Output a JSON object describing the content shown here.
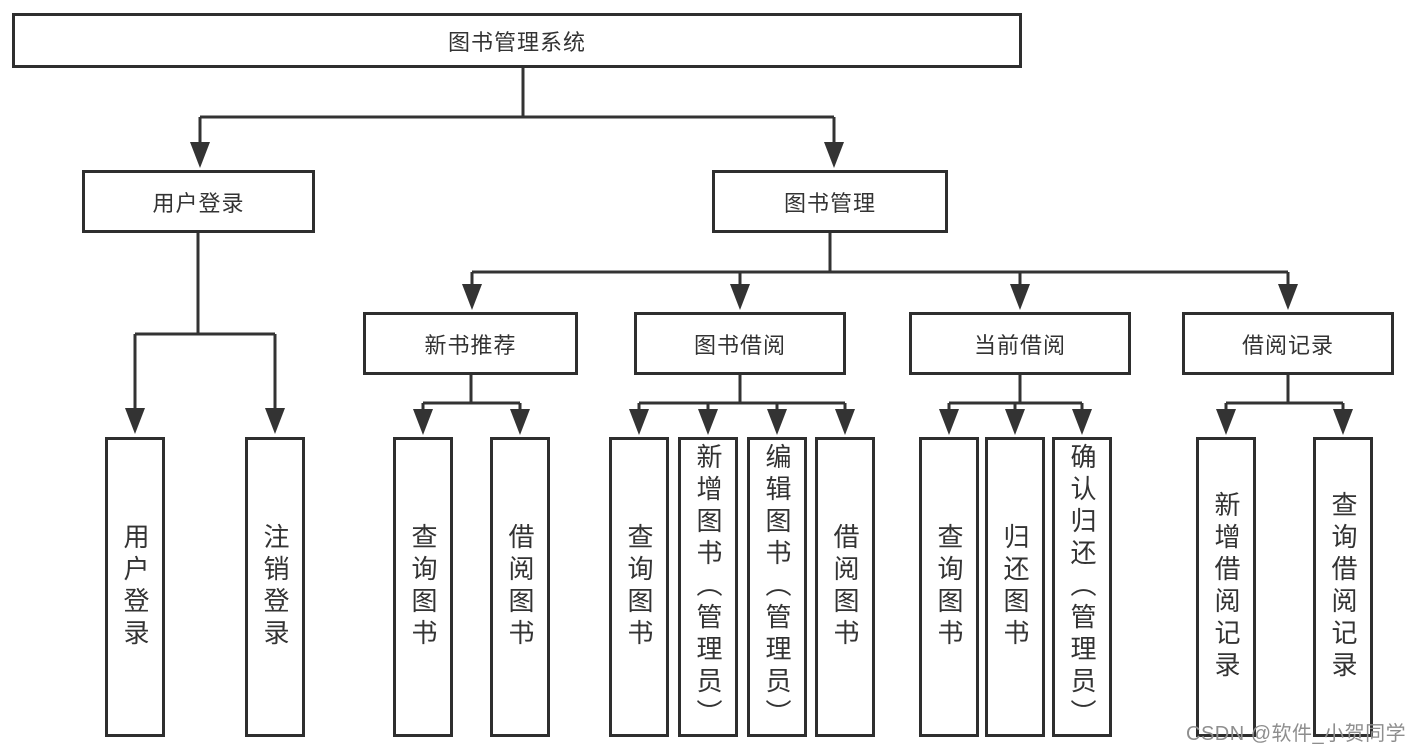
{
  "diagram": {
    "type": "hierarchy-tree",
    "colors": {
      "background": "#ffffff",
      "box_border": "#2e2e2e",
      "connector": "#333333",
      "text": "#333333",
      "watermark": "#8e8e8e"
    },
    "nodes": {
      "root": {
        "label": "图书管理系统"
      },
      "user_login": {
        "label": "用户登录"
      },
      "book_management": {
        "label": "图书管理"
      },
      "new_book_recommend": {
        "label": "新书推荐"
      },
      "book_borrow": {
        "label": "图书借阅"
      },
      "current_borrow": {
        "label": "当前借阅"
      },
      "borrow_records": {
        "label": "借阅记录"
      },
      "leaf_user_login": {
        "label": "用户登录"
      },
      "leaf_logout": {
        "label": "注销登录"
      },
      "leaf_query_book_1": {
        "label": "查询图书"
      },
      "leaf_borrow_book_1": {
        "label": "借阅图书"
      },
      "leaf_query_book_2": {
        "label": "查询图书"
      },
      "leaf_add_book": {
        "label": "新增图书（管理员）"
      },
      "leaf_edit_book": {
        "label": "编辑图书（管理员）"
      },
      "leaf_borrow_book_2": {
        "label": "借阅图书"
      },
      "leaf_query_book_3": {
        "label": "查询图书"
      },
      "leaf_return_book": {
        "label": "归还图书"
      },
      "leaf_confirm_return": {
        "label": "确认归还（管理员）"
      },
      "leaf_add_record": {
        "label": "新增借阅记录"
      },
      "leaf_query_record": {
        "label": "查询借阅记录"
      }
    },
    "watermark": "CSDN @软件_小贺同学"
  }
}
